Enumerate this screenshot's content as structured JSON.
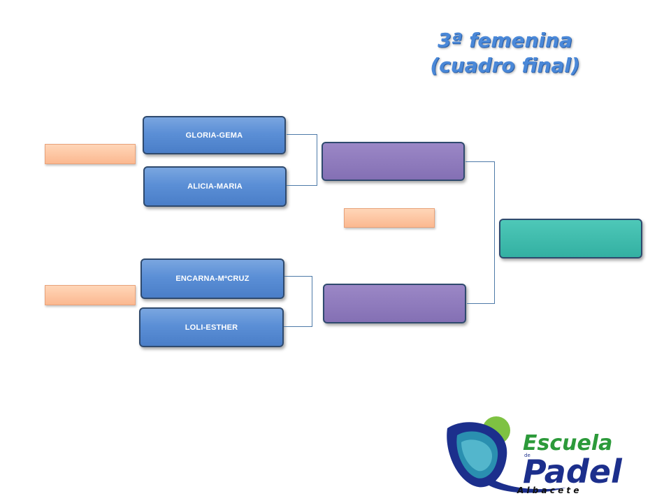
{
  "title": {
    "line1": "3ª femenina",
    "line2": "(cuadro final)"
  },
  "teams": [
    "GLORIA-GEMA",
    "ALICIA-MARIA",
    "ENCARNA-MªCRUZ",
    "LOLI-ESTHER"
  ],
  "logo": {
    "word1": "Escuela",
    "small": "de",
    "word2": "Padel",
    "word3": "A l b a c e t e"
  },
  "colors": {
    "team": "#5b8fd6",
    "semi": "#8b78bb",
    "final": "#3dbcae",
    "score": "#fdc8a6",
    "logo_green": "#2c9a3a",
    "logo_blue": "#1c2f8c"
  }
}
